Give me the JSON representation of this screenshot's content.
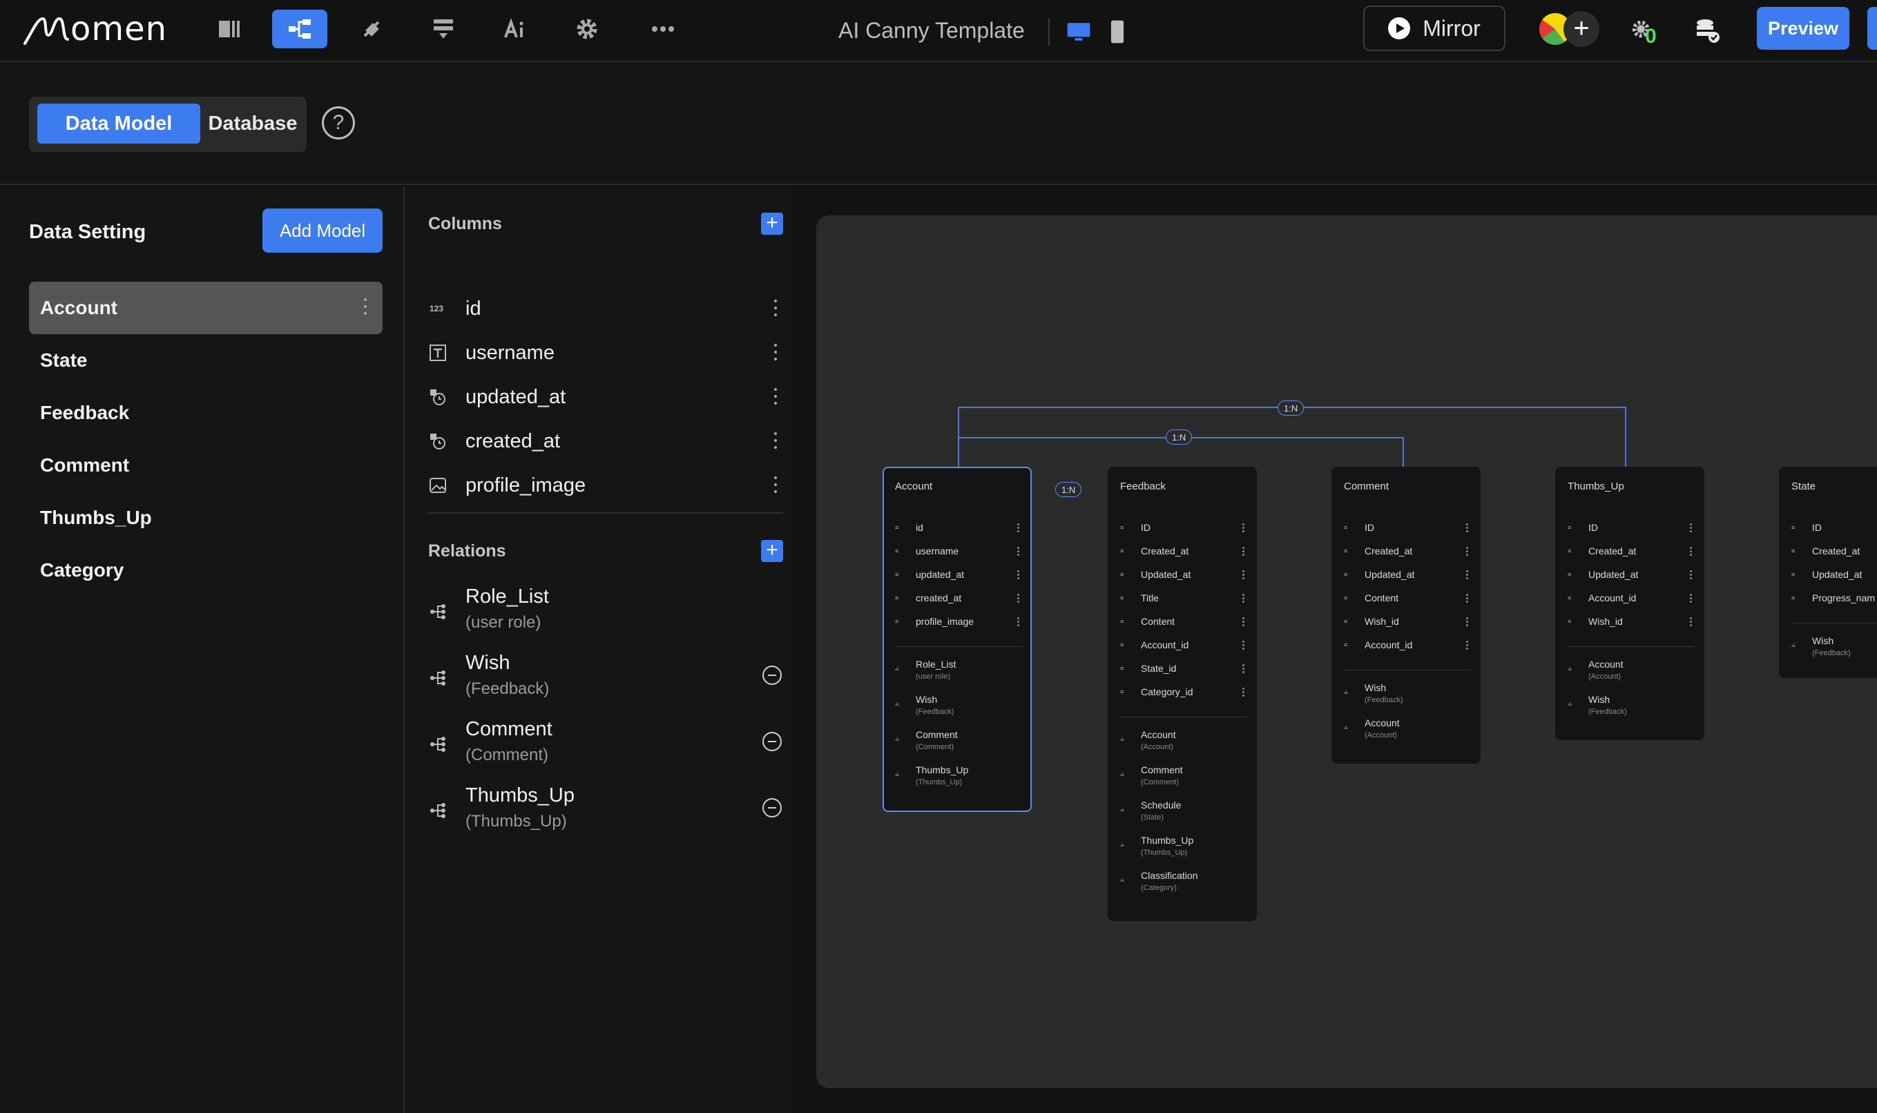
{
  "app": {
    "logo_text": "omen",
    "project_title": "AI Canny Template",
    "mirror_label": "Mirror",
    "preview_label": "Preview",
    "notification_count": "0",
    "help_glyph": "?"
  },
  "subheader": {
    "tabs": [
      {
        "label": "Data Model",
        "active": true
      },
      {
        "label": "Database",
        "active": false
      }
    ]
  },
  "sidebar": {
    "title": "Data Setting",
    "add_model_label": "Add Model",
    "models": [
      {
        "label": "Account",
        "selected": true
      },
      {
        "label": "State"
      },
      {
        "label": "Feedback"
      },
      {
        "label": "Comment"
      },
      {
        "label": "Thumbs_Up"
      },
      {
        "label": "Category"
      }
    ]
  },
  "columns_panel": {
    "columns_heading": "Columns",
    "columns": [
      {
        "name": "id",
        "icon": "number-icon"
      },
      {
        "name": "username",
        "icon": "text-icon"
      },
      {
        "name": "updated_at",
        "icon": "datetime-icon"
      },
      {
        "name": "created_at",
        "icon": "datetime-icon"
      },
      {
        "name": "profile_image",
        "icon": "image-icon"
      }
    ],
    "relations_heading": "Relations",
    "relations": [
      {
        "name": "Role_List",
        "target": "(user role)",
        "removable": false
      },
      {
        "name": "Wish",
        "target": "(Feedback)",
        "removable": true
      },
      {
        "name": "Comment",
        "target": "(Comment)",
        "removable": true
      },
      {
        "name": "Thumbs_Up",
        "target": "(Thumbs_Up)",
        "removable": true
      }
    ]
  },
  "erd": {
    "relation_labels": [
      "1:N",
      "1:N",
      "1:N"
    ],
    "cards": {
      "account": {
        "title": "Account",
        "fields": [
          "id",
          "username",
          "updated_at",
          "created_at",
          "profile_image"
        ],
        "relations": [
          {
            "name": "Role_List",
            "target": "(user role)"
          },
          {
            "name": "Wish",
            "target": "(Feedback)"
          },
          {
            "name": "Comment",
            "target": "(Comment)"
          },
          {
            "name": "Thumbs_Up",
            "target": "(Thumbs_Up)"
          }
        ]
      },
      "feedback": {
        "title": "Feedback",
        "fields": [
          "ID",
          "Created_at",
          "Updated_at",
          "Title",
          "Content",
          "Account_id",
          "State_id",
          "Category_id"
        ],
        "relations": [
          {
            "name": "Account",
            "target": "(Account)"
          },
          {
            "name": "Comment",
            "target": "(Comment)"
          },
          {
            "name": "Schedule",
            "target": "(State)"
          },
          {
            "name": "Thumbs_Up",
            "target": "(Thumbs_Up)"
          },
          {
            "name": "Classification",
            "target": "(Category)"
          }
        ]
      },
      "comment": {
        "title": "Comment",
        "fields": [
          "ID",
          "Created_at",
          "Updated_at",
          "Content",
          "Wish_id",
          "Account_id"
        ],
        "relations": [
          {
            "name": "Wish",
            "target": "(Feedback)"
          },
          {
            "name": "Account",
            "target": "(Account)"
          }
        ]
      },
      "thumbs_up": {
        "title": "Thumbs_Up",
        "fields": [
          "ID",
          "Created_at",
          "Updated_at",
          "Account_id",
          "Wish_id"
        ],
        "relations": [
          {
            "name": "Account",
            "target": "(Account)"
          },
          {
            "name": "Wish",
            "target": "(Feedback)"
          }
        ]
      },
      "state": {
        "title": "State",
        "fields": [
          "ID",
          "Created_at",
          "Updated_at",
          "Progress_nam"
        ],
        "relations": [
          {
            "name": "Wish",
            "target": "(Feedback)"
          }
        ]
      }
    }
  },
  "colors": {
    "accent": "#3d7bf0",
    "background": "#121212",
    "canvas": "#2b2b2b",
    "card": "#141414",
    "selection": "#5b8cff",
    "success": "#4cd964"
  }
}
